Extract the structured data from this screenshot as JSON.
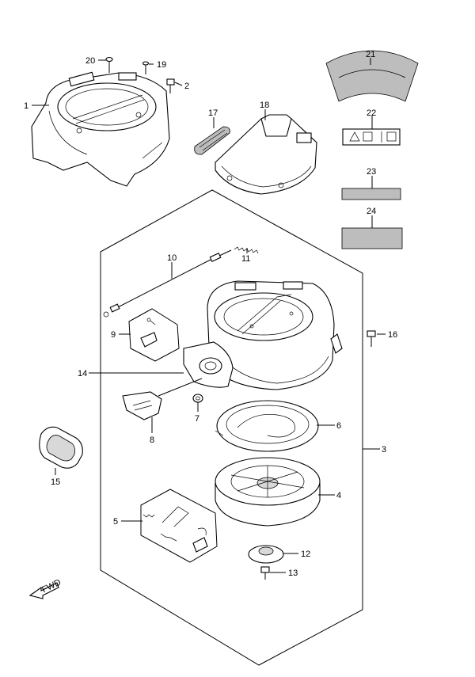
{
  "diagram": {
    "callouts": [
      "1",
      "2",
      "3",
      "4",
      "5",
      "6",
      "7",
      "8",
      "9",
      "10",
      "11",
      "12",
      "13",
      "14",
      "15",
      "16",
      "17",
      "18",
      "19",
      "20",
      "21",
      "22",
      "23",
      "24"
    ],
    "fwd_label": "FWD"
  }
}
